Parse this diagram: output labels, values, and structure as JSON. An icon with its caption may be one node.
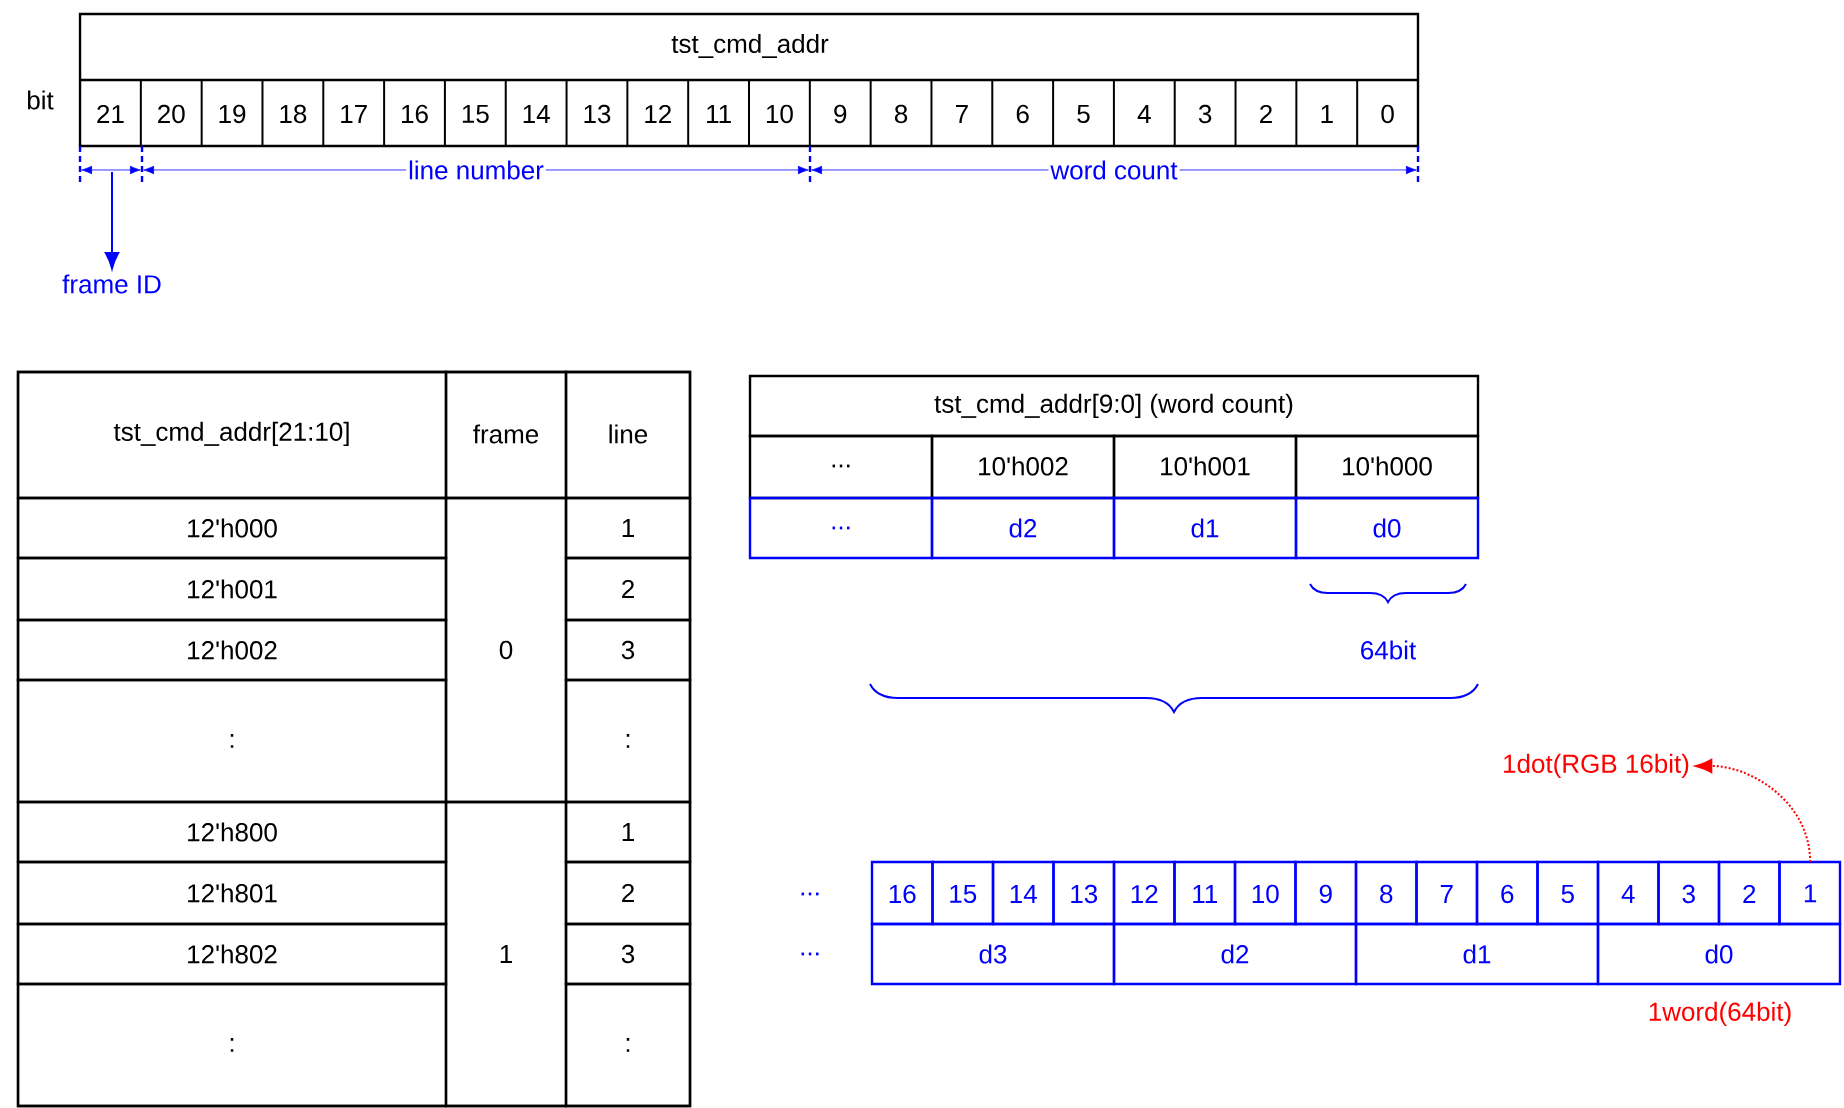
{
  "diagram": {
    "nodes": [
      {
        "text": [
          "frame ID"
        ]
      },
      {
        "text": [
          "1dot(RGB 16bit)"
        ]
      },
      {
        "text": [
          "1"
        ]
      }
    ],
    "edges": [
      {
        "from": null,
        "to": 0,
        "arrow": "to",
        "color": "#0000ff"
      },
      {
        "from": 2,
        "to": 1,
        "arrow": "to",
        "style": "dashed",
        "color": "#ff0000"
      }
    ],
    "labels": [
      "tst_cmd_addr",
      "bit",
      "21",
      "20",
      "19",
      "18",
      "17",
      "16",
      "15",
      "14",
      "13",
      "12",
      "11",
      "10",
      "9",
      "8",
      "7",
      "6",
      "5",
      "4",
      "3",
      "2",
      "1",
      "0",
      "line number",
      "word count",
      "tst_cmd_addr[21:10]",
      "frame",
      "line",
      "12'h000",
      "0",
      "1",
      "12'h001",
      "2",
      "12'h002",
      "3",
      ":",
      ":",
      "12'h800",
      "1",
      "1",
      "12'h801",
      "2",
      "12'h802",
      "3",
      ":",
      ":",
      "tst_cmd_addr[9:0] (word count)",
      "...",
      "10'h002",
      "10'h001",
      "10'h000",
      "...",
      "d2",
      "d1",
      "d0",
      "64bit",
      "...",
      "16",
      "15",
      "14",
      "13",
      "12",
      "11",
      "10",
      "9",
      "8",
      "7",
      "6",
      "5",
      "4",
      "3",
      "2",
      "...",
      "d3",
      "d2",
      "d1",
      "d0",
      "1word(64bit)"
    ]
  }
}
